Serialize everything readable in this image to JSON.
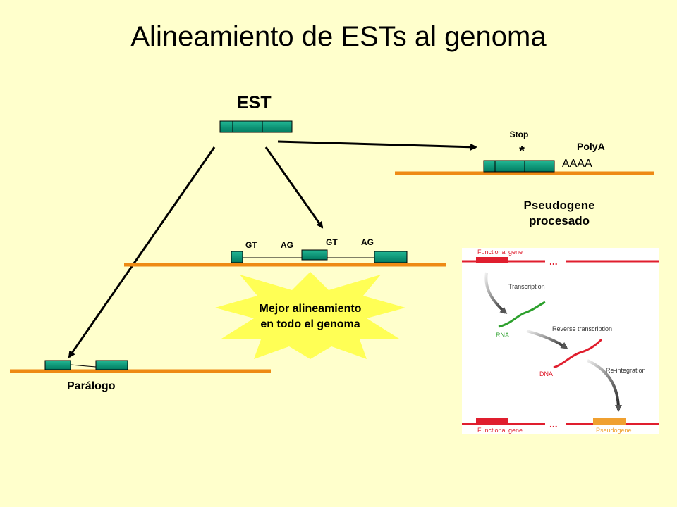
{
  "slide": {
    "title": "Alineamiento de ESTs al genoma",
    "est_label": "EST",
    "pseudogene": {
      "stop_label": "Stop",
      "stop_marker": "*",
      "polya_label": "PolyA",
      "polya_seq": "AAAA",
      "caption_line1": "Pseudogene",
      "caption_line2": "procesado"
    },
    "best_alignment": {
      "splice_sites": [
        "GT",
        "AG",
        "GT",
        "AG"
      ],
      "burst_line1": "Mejor alineamiento",
      "burst_line2": "en todo el genoma"
    },
    "paralog": {
      "label": "Parálogo"
    },
    "inset_figure": {
      "functional_gene_top": "Functional gene",
      "transcription": "Transcription",
      "rna": "RNA",
      "reverse_transcription": "Reverse transcription",
      "dna": "DNA",
      "reintegration": "Re-integration",
      "functional_gene_bottom": "Functional gene",
      "pseudogene": "Pseudogene"
    },
    "colors": {
      "background": "#ffffcc",
      "exon": "#009a7a",
      "genome_line": "#ee8a14",
      "burst": "#ffff55",
      "inset_red": "#e01e2e",
      "inset_green": "#2ca02c",
      "inset_orange": "#f0a030"
    }
  }
}
